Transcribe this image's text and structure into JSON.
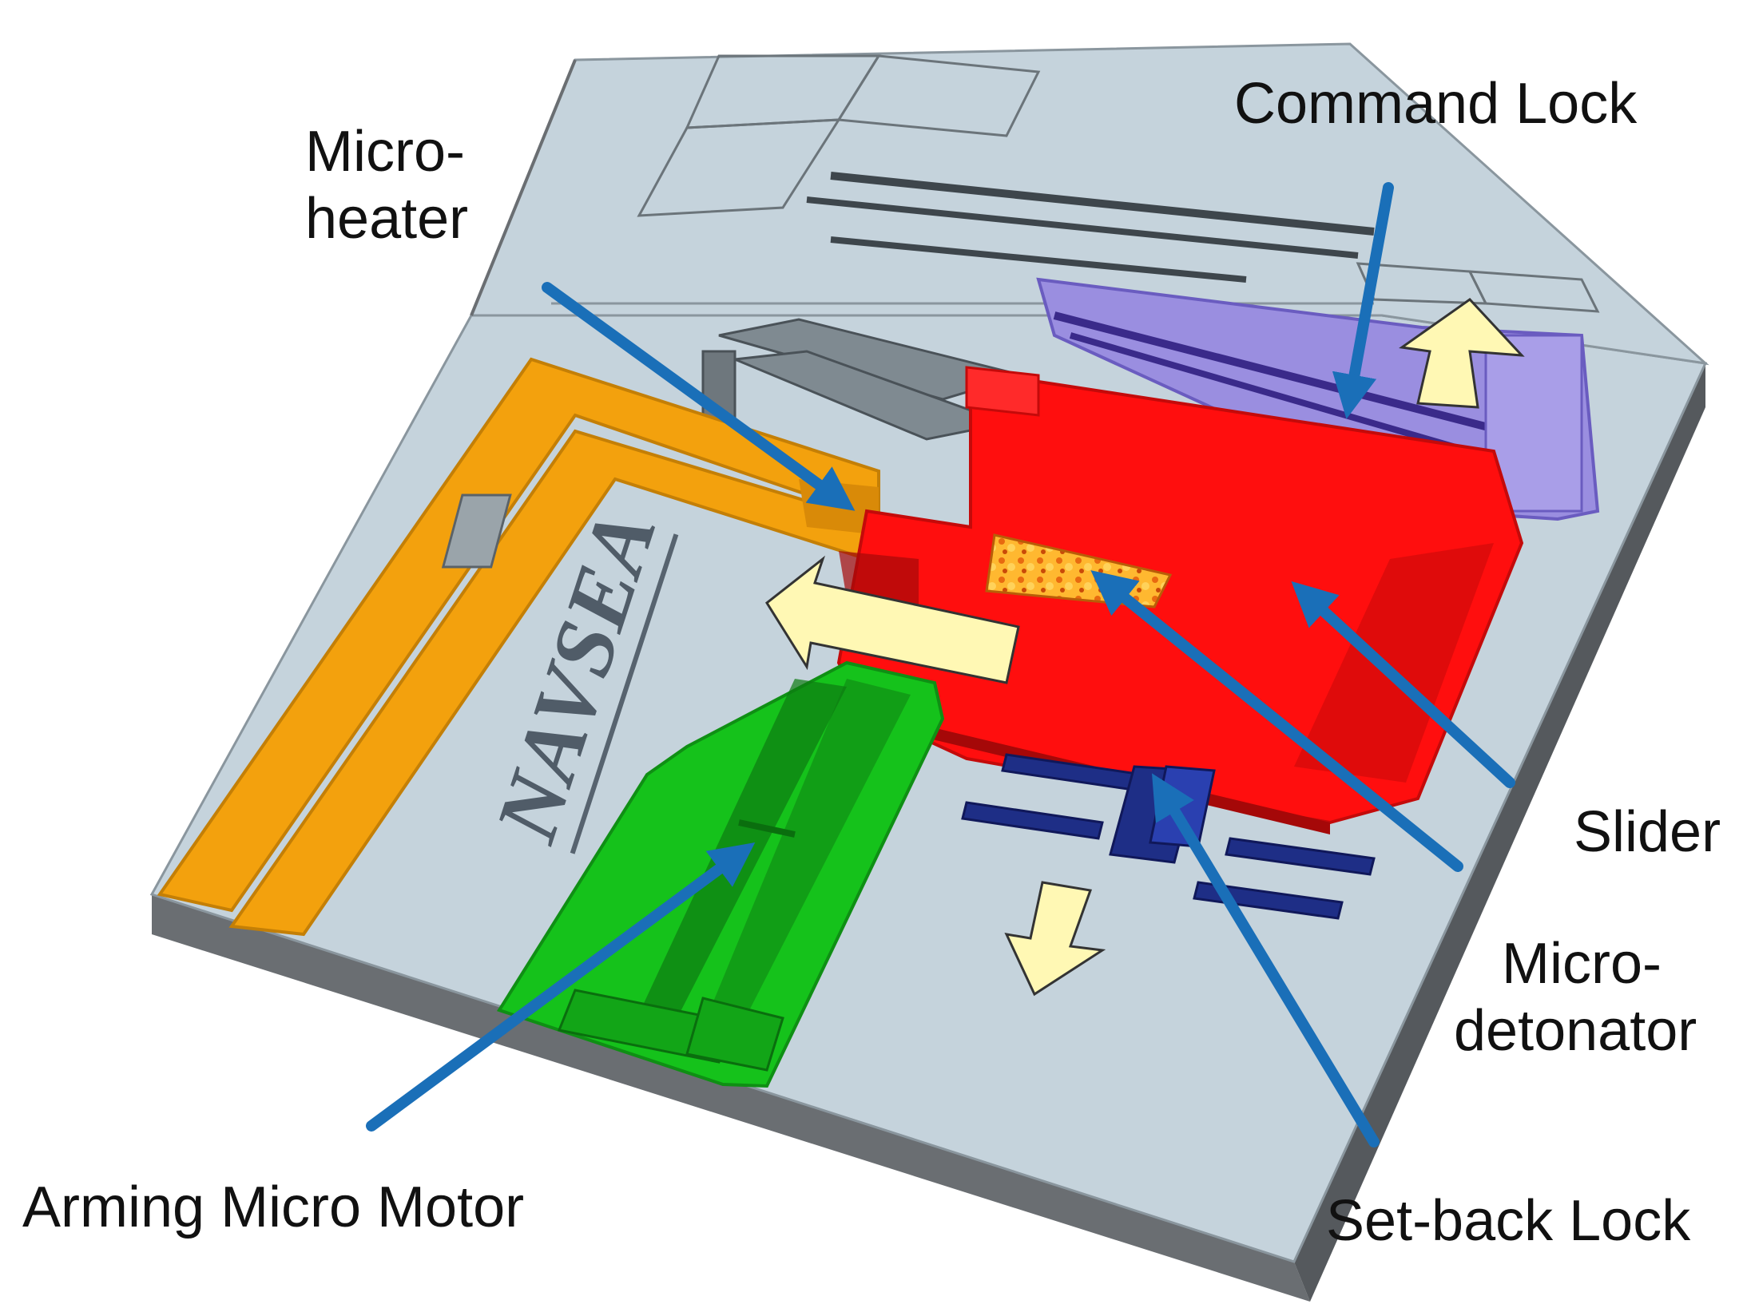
{
  "labels": {
    "command_lock": "Command Lock",
    "micro_heater": [
      "Micro-",
      "heater"
    ],
    "slider": "Slider",
    "micro_detonator": [
      "Micro-",
      "detonator"
    ],
    "set_back_lock": "Set-back Lock",
    "arming_micro_motor": "Arming Micro Motor"
  },
  "logo": {
    "text": "NAVSEA"
  },
  "colors": {
    "substrate_top": "#c5d3dc",
    "substrate_side": "#6a6e72",
    "substrate_edge": "#4a4e52",
    "heater_orange": "#f3a10d",
    "heater_orange_dark": "#c47f06",
    "slider_red": "#ff0e0e",
    "slider_red_dark": "#c40a0a",
    "motor_green": "#15c21b",
    "motor_green_dark": "#0f8f14",
    "command_lock_purple": "#9a8ee0",
    "command_lock_purple_dark": "#6a5cc0",
    "setback_navy": "#1e2e86",
    "arrow_blue": "#1a6fb8",
    "motion_arrow_fill": "#fff8b4",
    "detonator_fill": "#ffb830",
    "label_text": "#111111"
  },
  "icons": {
    "callout_arrow": "arrow-icon",
    "motion_arrow": "block-arrow-icon"
  }
}
